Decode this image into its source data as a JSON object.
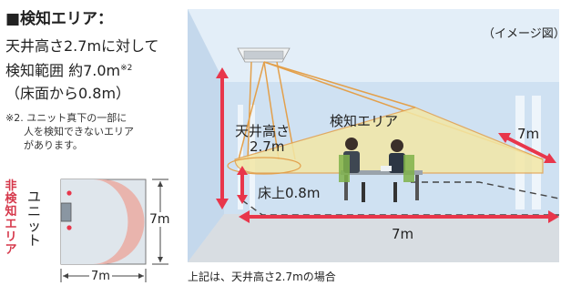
{
  "left_panel": {
    "section_title": "■検知エリア：",
    "desc_line1": "天井高さ2.7mに対して",
    "desc_line2_main": "検知範囲 約7.0m",
    "desc_line2_sup": "※2",
    "desc_line3": "（床面から0.8m）",
    "note_line1": "※2. ユニット真下の一部に",
    "note_line2": "人を検知できないエリア",
    "note_line3": "があります。"
  },
  "plan_diagram": {
    "non_detect_label": "非検知エリア",
    "unit_label": "ユニット",
    "width_label": "7m",
    "depth_label": "7m"
  },
  "scene": {
    "image_note": "（イメージ図）",
    "ceiling_height_label_1": "天井高さ",
    "ceiling_height_label_2": "2.7m",
    "detect_area_label": "検知エリア",
    "floor_height_label": "床上0.8m",
    "range_right_label": "7m",
    "range_bottom_label": "7m"
  },
  "caption": "上記は、天井高さ2.7mの場合",
  "colors": {
    "scene_bg": "#cfe1f2",
    "accent_red": "#e8364b",
    "area_fill": "#f3e8a6",
    "beam_orange": "#e3a04b",
    "non_detect_fill": "#e9b4ad"
  }
}
